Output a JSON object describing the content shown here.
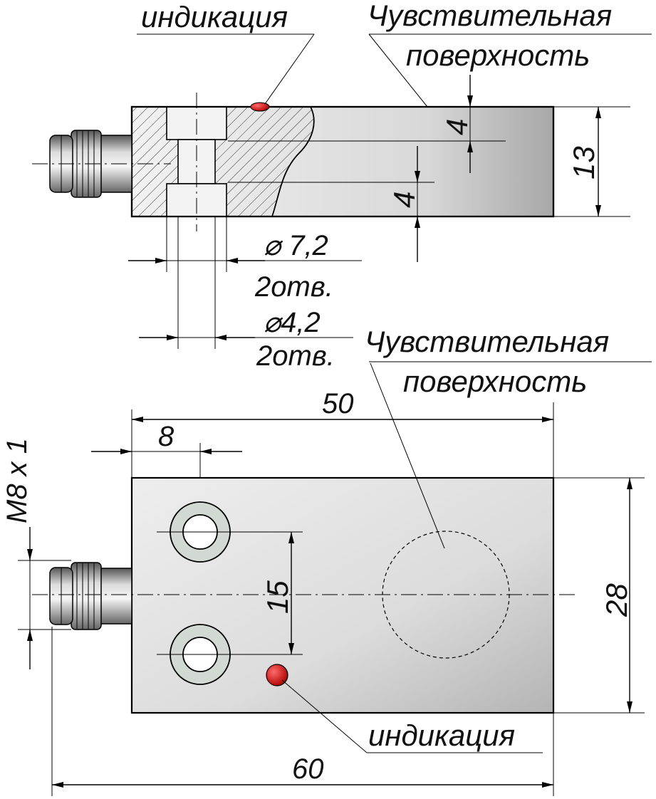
{
  "labels": {
    "indication_top": "индикация",
    "sensitive_top_line1": "Чувствительная",
    "sensitive_top_line2": "поверхность",
    "sensitive_bottom_line1": "Чувствительная",
    "sensitive_bottom_line2": "поверхность",
    "indication_bottom": "индикация"
  },
  "dimensions": {
    "depth_upper": "4",
    "depth_lower": "4",
    "height": "13",
    "hole_large": "⌀ 7,2",
    "hole_large_count": "2отв.",
    "hole_small": "⌀4,2",
    "hole_small_count": "2отв.",
    "body_length": "50",
    "hole_offset": "8",
    "hole_spacing": "15",
    "width": "28",
    "thread": "M8 x 1",
    "total_length": "60"
  },
  "colors": {
    "body_light": "#eeeeee",
    "body_dark": "#b4b4b4",
    "led": "#cc0a0a",
    "connector_dark": "#555555",
    "connector_light": "#dddddd",
    "washer": "#d2d8d2"
  },
  "icons": [
    "led-indicator",
    "connector-m8",
    "mounting-hole",
    "sensing-area-circle"
  ]
}
